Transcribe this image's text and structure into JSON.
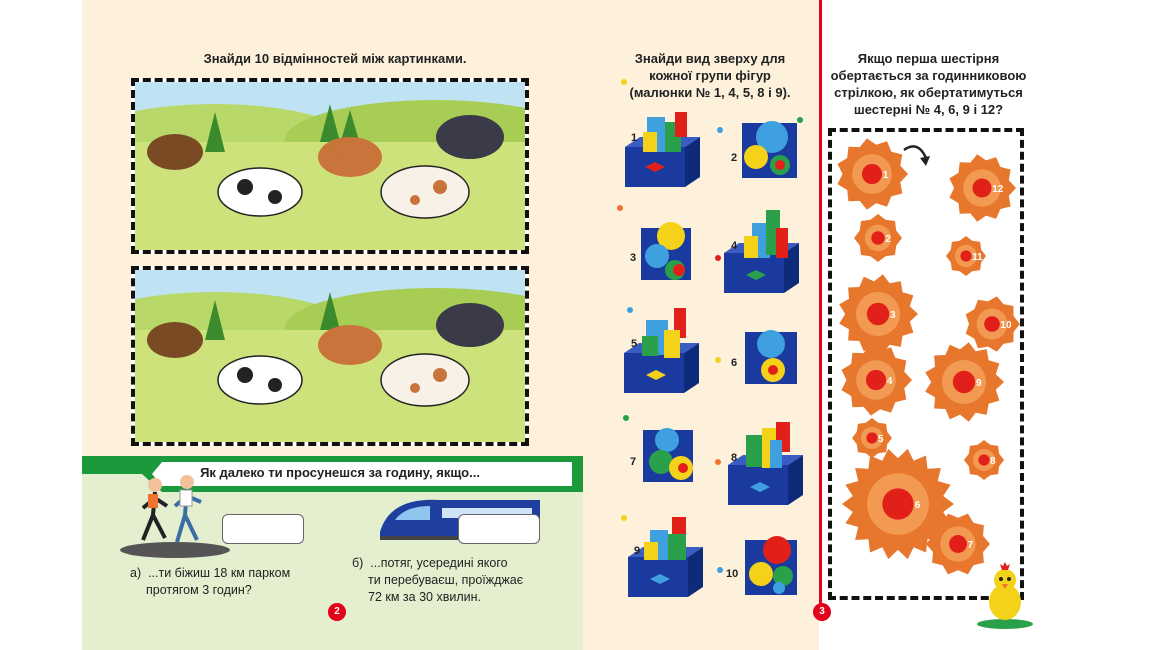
{
  "left_page": {
    "heading": "Знайди 10 відмінностей між картинками.",
    "page_number": "2"
  },
  "motion_section": {
    "banner": "Як далеко ти просунешся за годину, якщо...",
    "question_a_prefix": "а)",
    "question_a_line1": "...ти біжиш 18 км парком",
    "question_a_line2": "протягом 3 годин?",
    "question_b_prefix": "б)",
    "question_b_line1": "...потяг, усередині якого",
    "question_b_line2": "ти перебуваєш, проїжджає",
    "question_b_line3": "72 км за 30 хвилин."
  },
  "middle_page": {
    "heading_line1": "Знайди вид зверху для",
    "heading_line2": "кожної групи фігур",
    "heading_line3": "(малюнки № 1, 4, 5, 8 і 9).",
    "items": [
      "1",
      "2",
      "3",
      "4",
      "5",
      "6",
      "7",
      "8",
      "9",
      "10"
    ],
    "page_number": "3"
  },
  "right_page": {
    "heading_line1": "Якщо перша шестірня",
    "heading_line2": "обертається за годинниковою",
    "heading_line3": "стрілкою, як обертатимуться",
    "heading_line4": "шестерні № 4, 6, 9 і 12?",
    "gears": [
      "1",
      "2",
      "3",
      "4",
      "5",
      "6",
      "7",
      "8",
      "9",
      "10",
      "11",
      "12"
    ]
  },
  "colors": {
    "page_bg": "#fdf1dc",
    "green": "#1a9a3a",
    "red": "#e2001a",
    "gear": "#e8772e"
  }
}
